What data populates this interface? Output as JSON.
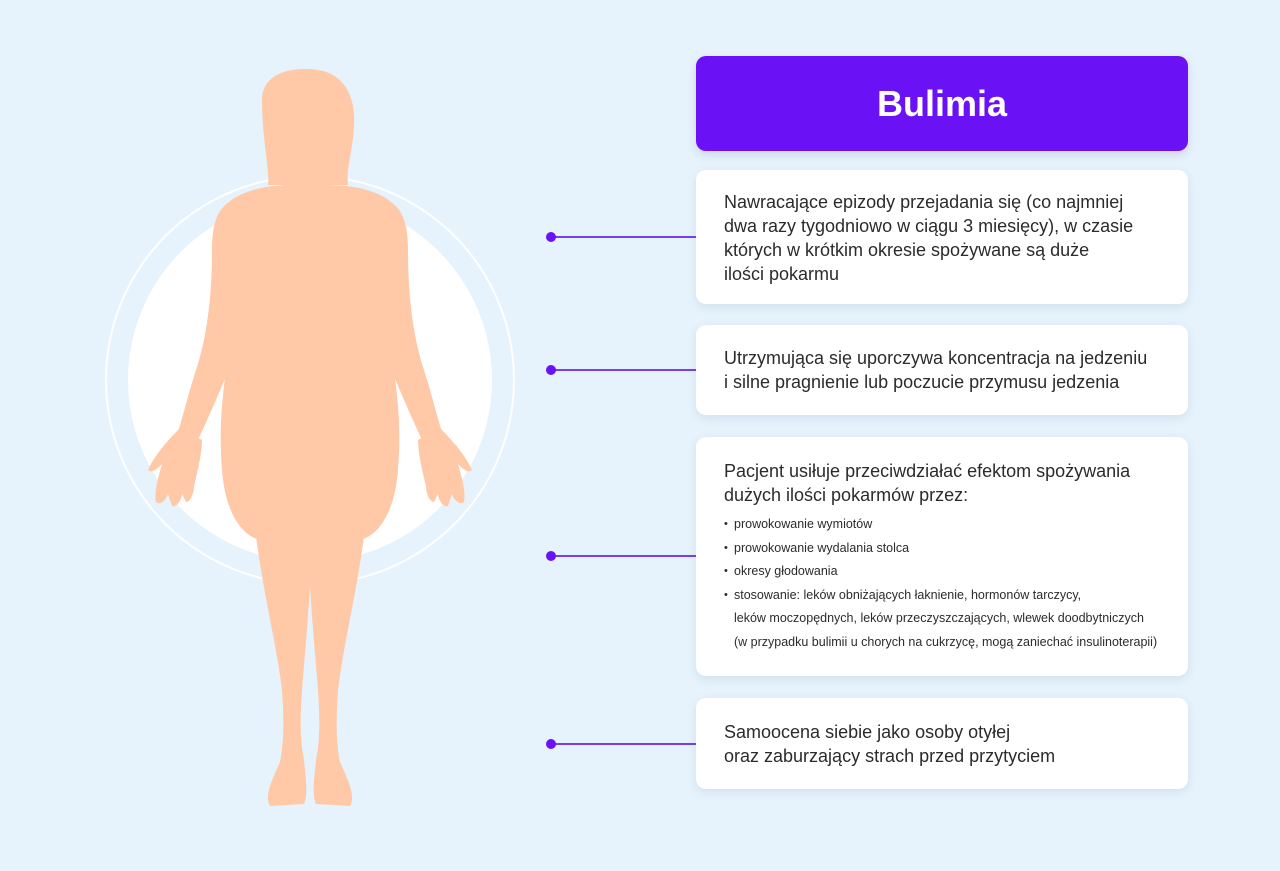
{
  "title": "Bulimia",
  "colors": {
    "background": "#e6f3fc",
    "accent": "#6b11f5",
    "figure": "#ffc9a8",
    "card": "#ffffff"
  },
  "cards": [
    {
      "text": "Nawracające epizody przejadania się (co najmniej\ndwa razy tygodniowo w ciągu 3 miesięcy), w czasie\nktórych w krótkim okresie spożywane są duże\nilości pokarmu"
    },
    {
      "text": "Utrzymująca się uporczywa koncentracja na jedzeniu\ni silne pragnienie lub poczucie przymusu jedzenia"
    },
    {
      "text": "Pacjent usiłuje przeciwdziałać efektom spożywania\ndużych ilości pokarmów przez:",
      "bullets": [
        "prowokowanie wymiotów",
        "prowokowanie wydalania stolca",
        "okresy głodowania",
        "stosowanie: leków obniżających łaknienie, hormonów tarczycy,\nleków moczopędnych, leków przeczyszczających, wlewek doodbytniczych\n(w przypadku bulimii u chorych na cukrzycę, mogą zaniechać insulinoterapii)"
      ]
    },
    {
      "text": "Samoocena siebie jako osoby otyłej\noraz zaburzający strach przed przytyciem"
    }
  ]
}
